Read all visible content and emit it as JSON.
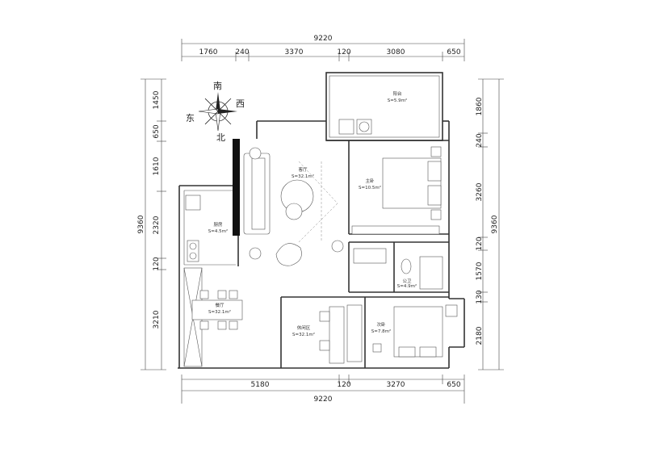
{
  "dimensions": {
    "top_total": "9220",
    "top_segments": [
      "1760",
      "240",
      "3370",
      "120",
      "3080",
      "650"
    ],
    "bottom_total": "9220",
    "bottom_segments": [
      "5180",
      "120",
      "3270",
      "650"
    ],
    "left_total": "9360",
    "left_segments": [
      "1450",
      "650",
      "1610",
      "2320",
      "120",
      "3210"
    ],
    "right_total": "9360",
    "right_segments": [
      "1860",
      "240",
      "3260",
      "120",
      "1570",
      "130",
      "2180"
    ]
  },
  "compass": {
    "south": "南",
    "west": "西",
    "east": "东",
    "north": "北"
  },
  "rooms": [
    {
      "name": "阳台",
      "area": "S=5.9m²"
    },
    {
      "name": "客厅",
      "area": "S=32.1m²"
    },
    {
      "name": "主卧",
      "area": "S=10.5m²"
    },
    {
      "name": "厨房",
      "area": "S=4.5m²"
    },
    {
      "name": "餐厅",
      "area": "S=32.1m²"
    },
    {
      "name": "公卫",
      "area": "S=4.9m²"
    },
    {
      "name": "休闲区",
      "area": "S=32.1m²"
    },
    {
      "name": "次卧",
      "area": "S=7.8m²"
    }
  ]
}
